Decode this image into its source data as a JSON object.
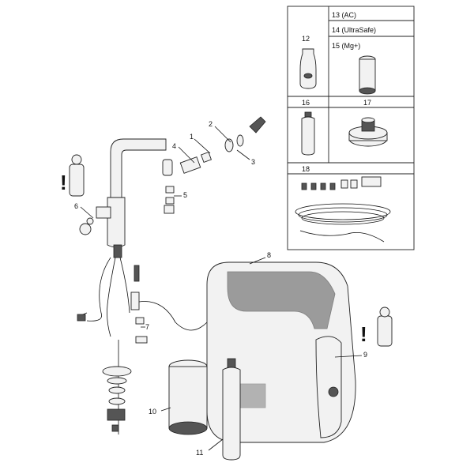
{
  "callouts": {
    "c1": "1",
    "c2": "2",
    "c3": "3",
    "c4": "4",
    "c5": "5",
    "c6": "6",
    "c7": "7",
    "c8": "8",
    "c9": "9",
    "c10": "10",
    "c11": "11"
  },
  "table": {
    "c12": "12",
    "c13": "13 (AC)",
    "c14": "14 (UltraSafe)",
    "c15": "15 (Mg+)",
    "c16": "16",
    "c17": "17",
    "c18": "18"
  },
  "icons": {
    "warning": "warning-person-icon",
    "exclamation": "!"
  },
  "colors": {
    "line": "#111111",
    "fill": "#f2f2f2",
    "dark": "#555555"
  }
}
